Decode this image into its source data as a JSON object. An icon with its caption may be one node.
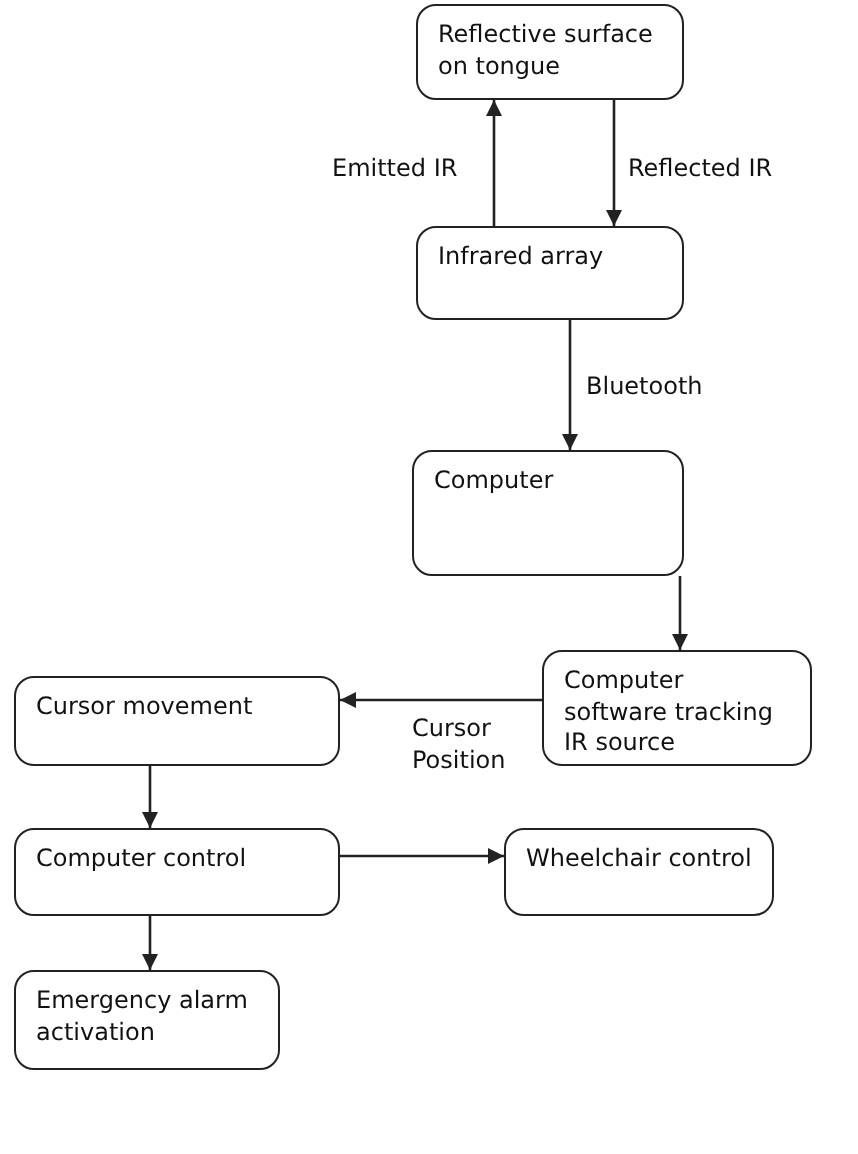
{
  "diagram": {
    "nodes": [
      {
        "text": [
          "Reflective surface on tongue"
        ]
      },
      {
        "text": [
          "Infrared array"
        ]
      },
      {
        "text": [
          "Computer"
        ]
      },
      {
        "text": [
          "Computer software tracking IR source"
        ]
      },
      {
        "text": [
          "Cursor movement"
        ]
      },
      {
        "text": [
          "Computer control"
        ]
      },
      {
        "text": [
          "Wheelchair control"
        ]
      },
      {
        "text": [
          "Emergency alarm activation"
        ]
      }
    ],
    "edges": [
      {
        "from": 1,
        "to": 0,
        "arrow": "to",
        "label": "Emitted IR"
      },
      {
        "from": 0,
        "to": 1,
        "arrow": "to",
        "label": "Reflected IR"
      },
      {
        "from": 1,
        "to": 2,
        "arrow": "to",
        "label": "Bluetooth"
      },
      {
        "from": 2,
        "to": 3,
        "arrow": "to"
      },
      {
        "from": 3,
        "to": 4,
        "arrow": "to",
        "label": "Cursor Position"
      },
      {
        "from": 4,
        "to": 5,
        "arrow": "to"
      },
      {
        "from": 5,
        "to": 6,
        "arrow": "to"
      },
      {
        "from": 5,
        "to": 7,
        "arrow": "to"
      }
    ]
  }
}
